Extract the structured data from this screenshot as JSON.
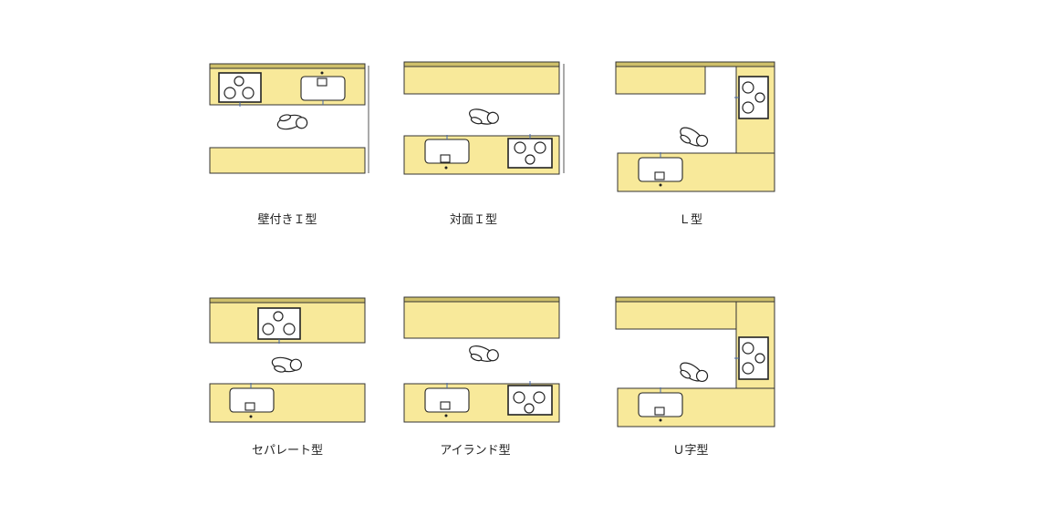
{
  "layouts": [
    {
      "id": "wall-i",
      "label": "壁付きＩ型"
    },
    {
      "id": "facing-i",
      "label": "対面Ｉ型"
    },
    {
      "id": "l",
      "label": "Ｌ型"
    },
    {
      "id": "separate",
      "label": "セパレート型"
    },
    {
      "id": "island",
      "label": "アイランド型"
    },
    {
      "id": "u",
      "label": "Ｕ字型"
    }
  ],
  "colors": {
    "counter": "#f8e99a",
    "countertop_edge": "#cfc06a",
    "outline": "#333333"
  }
}
